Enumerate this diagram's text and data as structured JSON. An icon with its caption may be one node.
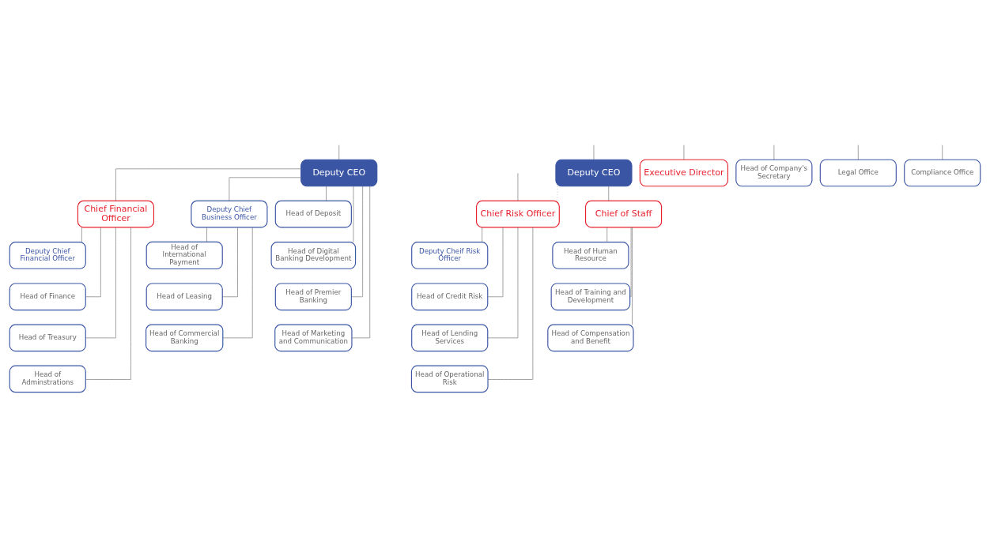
{
  "diagram": {
    "nodes": [
      {
        "text": [
          "Deputy CEO"
        ]
      },
      {
        "text": [
          "Deputy CEO"
        ]
      },
      {
        "text": [
          "Chief Financial Officer"
        ]
      },
      {
        "text": [
          "Executive Director"
        ]
      },
      {
        "text": [
          "Chief of Staff"
        ]
      },
      {
        "text": [
          "Chief Risk Officer"
        ]
      },
      {
        "text": [
          "Deputy Chief Business Officer"
        ]
      },
      {
        "text": [
          "Deputy Chief Financial Officer"
        ]
      },
      {
        "text": [
          "Head of Deposit"
        ]
      },
      {
        "text": [
          "Head of Company's Secretary"
        ]
      },
      {
        "text": [
          "Head of Human Resource"
        ]
      },
      {
        "text": [
          "Deputy Cheif Risk Officer"
        ]
      },
      {
        "text": [
          "Head of International Payment"
        ]
      },
      {
        "text": [
          "Head of Finance"
        ]
      },
      {
        "text": [
          "Head of Digital Banking Development"
        ]
      },
      {
        "text": [
          "Legal Office"
        ]
      },
      {
        "text": [
          "Head of Training and Development"
        ]
      },
      {
        "text": [
          "Head of Credit Risk"
        ]
      },
      {
        "text": [
          "Head of Leasing"
        ]
      },
      {
        "text": [
          "Head of Treasury"
        ]
      },
      {
        "text": [
          "Head of Premier Banking"
        ]
      },
      {
        "text": [
          "Head of Compensation and Benefit"
        ]
      },
      {
        "text": [
          "Head of Lending Services"
        ]
      },
      {
        "text": [
          "Head of Commercial Banking"
        ]
      },
      {
        "text": [
          "Head of Adminstrations"
        ]
      },
      {
        "text": [
          "Head of Operational Risk"
        ]
      },
      {
        "text": [
          "Head of Marketing and Communication"
        ]
      },
      {
        "text": [
          "Compliance Office"
        ]
      }
    ],
    "edges": [
      {
        "from": null,
        "to": 0,
        "arrow": "none"
      },
      {
        "from": null,
        "to": 9,
        "arrow": "none"
      },
      {
        "from": null,
        "to": 15,
        "arrow": "none"
      },
      {
        "from": null,
        "to": 3,
        "arrow": "none"
      },
      {
        "from": null,
        "to": 1,
        "arrow": "none"
      },
      {
        "from": null,
        "to": 5,
        "arrow": "none"
      },
      {
        "from": 1,
        "to": 5,
        "arrow": "none",
        "style": "dashed"
      },
      {
        "from": 0,
        "to": 6,
        "arrow": "none"
      },
      {
        "from": 0,
        "to": 2,
        "arrow": "none"
      },
      {
        "from": 0,
        "to": 8,
        "arrow": "none"
      },
      {
        "from": 0,
        "to": 14,
        "arrow": "none"
      },
      {
        "from": 0,
        "to": 20,
        "arrow": "none"
      },
      {
        "from": 0,
        "to": 26,
        "arrow": "none"
      },
      {
        "from": 6,
        "to": 12,
        "arrow": "none"
      },
      {
        "from": 6,
        "to": 18,
        "arrow": "none"
      },
      {
        "from": 6,
        "to": 23,
        "arrow": "none"
      },
      {
        "from": 2,
        "to": 7,
        "arrow": "none"
      },
      {
        "from": 2,
        "to": 13,
        "arrow": "none"
      },
      {
        "from": 2,
        "to": 19,
        "arrow": "none"
      },
      {
        "from": 2,
        "to": 24,
        "arrow": "none"
      },
      {
        "from": 4,
        "to": 10,
        "arrow": "none"
      },
      {
        "from": 4,
        "to": 16,
        "arrow": "none"
      },
      {
        "from": 4,
        "to": 21,
        "arrow": "none"
      },
      {
        "from": 5,
        "to": 11,
        "arrow": "none"
      },
      {
        "from": 5,
        "to": 17,
        "arrow": "none"
      },
      {
        "from": 5,
        "to": 22,
        "arrow": "none"
      },
      {
        "from": 5,
        "to": 25,
        "arrow": "none"
      },
      {
        "from": 1,
        "to": 4,
        "arrow": "none"
      },
      {
        "from": null,
        "to": 27,
        "arrow": "none"
      }
    ]
  }
}
